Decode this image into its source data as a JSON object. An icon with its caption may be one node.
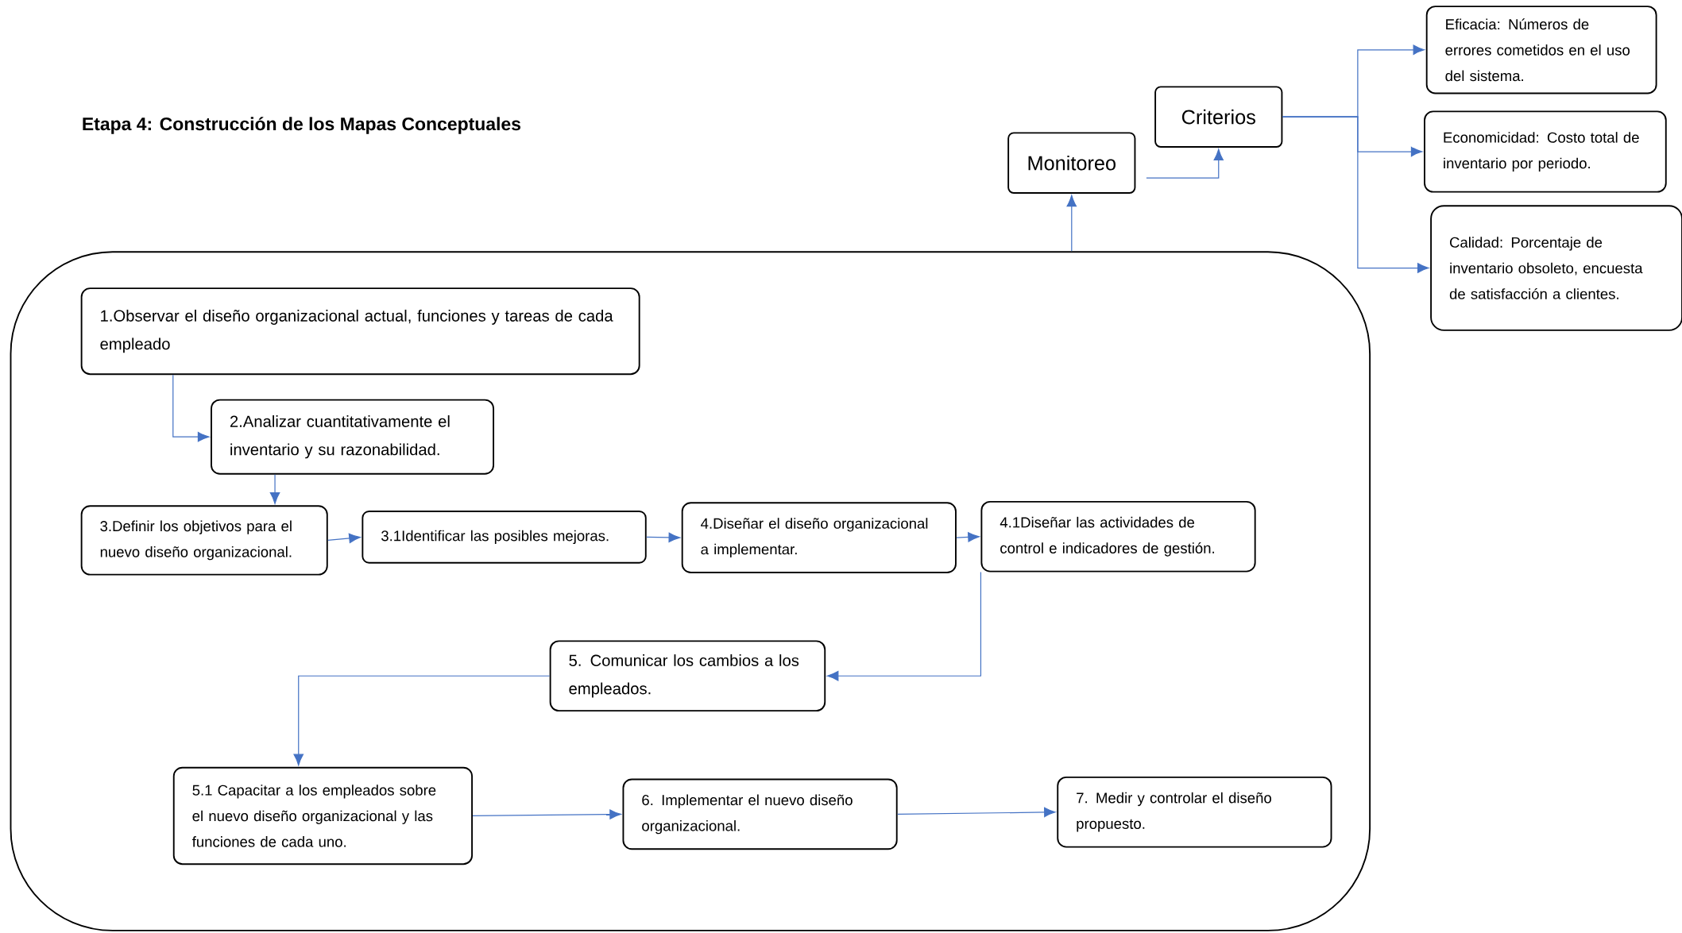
{
  "diagram": {
    "title": "Etapa 4: Construcción de los Mapas Conceptuales",
    "nodes": [
      {
        "text": [
          "Monitoreo"
        ]
      },
      {
        "text": [
          "Criterios"
        ]
      },
      {
        "text": [
          "Eficacia: Números de errores cometidos en el uso del sistema."
        ]
      },
      {
        "text": [
          "Economicidad: Costo total de inventario por periodo."
        ]
      },
      {
        "text": [
          "Calidad: Porcentaje de inventario obsoleto, encuesta de satisfacción a clientes."
        ]
      },
      {
        "text": [],
        "shape": "box"
      },
      {
        "text": [
          "1.Observar el diseño organizacional actual, funciones y tareas de cada empleado"
        ],
        "in": 5
      },
      {
        "text": [
          "2.Analizar cuantitativamente el inventario y su razonabilidad."
        ],
        "in": 5
      },
      {
        "text": [
          "3.Definir los objetivos para el nuevo diseño organizacional."
        ],
        "in": 5
      },
      {
        "text": [
          "3.1Identificar las posibles mejoras."
        ],
        "in": 5
      },
      {
        "text": [
          "4.Diseñar el diseño organizacional a implementar."
        ],
        "in": 5
      },
      {
        "text": [
          "4.1Diseñar las actividades de control e indicadores de gestión."
        ],
        "in": 5
      },
      {
        "text": [
          "5. Comunicar los cambios a los empleados."
        ],
        "in": 5
      },
      {
        "text": [
          "5.1 Capacitar a los empleados sobre el nuevo diseño organizacional y las funciones de cada uno."
        ],
        "in": 5
      },
      {
        "text": [
          "6. Implementar el nuevo diseño organizacional."
        ],
        "in": 5
      },
      {
        "text": [
          "7. Medir y controlar el diseño propuesto."
        ],
        "in": 5
      }
    ],
    "edges": [
      {
        "from": 5,
        "to": 0,
        "arrow": "to"
      },
      {
        "from": 0,
        "to": 1,
        "arrow": "to"
      },
      {
        "from": 1,
        "to": 2,
        "arrow": "to"
      },
      {
        "from": 1,
        "to": 3,
        "arrow": "to"
      },
      {
        "from": 1,
        "to": 4,
        "arrow": "to"
      },
      {
        "from": 6,
        "to": 7,
        "arrow": "to"
      },
      {
        "from": 7,
        "to": 8,
        "arrow": "to"
      },
      {
        "from": 8,
        "to": 9,
        "arrow": "to"
      },
      {
        "from": 9,
        "to": 10,
        "arrow": "to"
      },
      {
        "from": 10,
        "to": 11,
        "arrow": "to"
      },
      {
        "from": 11,
        "to": 12,
        "arrow": "to"
      },
      {
        "from": 12,
        "to": 13,
        "arrow": "to"
      },
      {
        "from": 13,
        "to": 14,
        "arrow": "to"
      },
      {
        "from": 14,
        "to": 15,
        "arrow": "to"
      }
    ]
  }
}
